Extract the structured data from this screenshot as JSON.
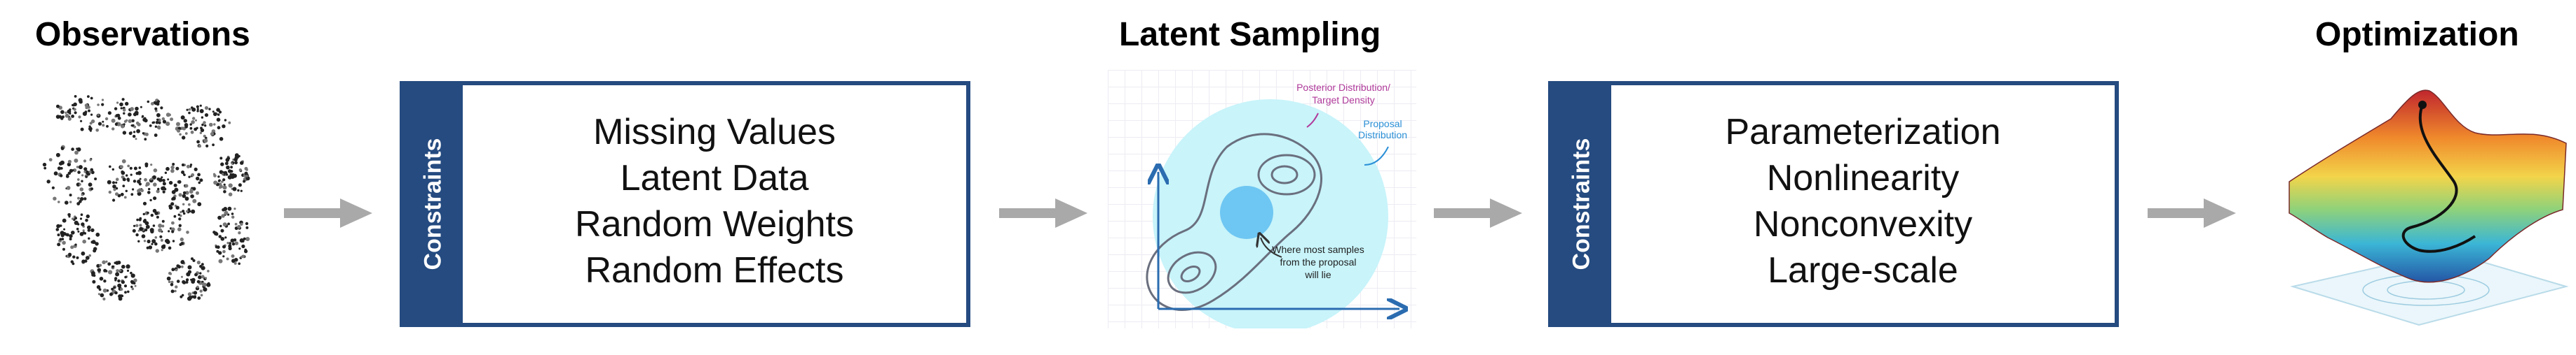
{
  "stages": {
    "observations": {
      "title": "Observations"
    },
    "latent_sampling": {
      "title": "Latent Sampling"
    },
    "optimization": {
      "title": "Optimization"
    }
  },
  "constraints_left": {
    "side_label": "Constraints",
    "items": [
      "Missing Values",
      "Latent Data",
      "Random Weights",
      "Random Effects"
    ]
  },
  "constraints_right": {
    "side_label": "Constraints",
    "items": [
      "Parameterization",
      "Nonlinearity",
      "Nonconvexity",
      "Large-scale"
    ]
  },
  "sampling_plot": {
    "posterior_label_1": "Posterior Distribution/",
    "posterior_label_2": "Target Density",
    "proposal_label_1": "Proposal",
    "proposal_label_2": "Distribution",
    "samples_label_1": "Where most samples",
    "samples_label_2": "from the proposal",
    "samples_label_3": "will lie"
  },
  "colors": {
    "box_blue": "#254b80",
    "arrow_gray": "#a9a9a9",
    "proposal_fill": "#c8f4fa",
    "sample_blob": "#6ec6f2",
    "posterior_text": "#b03a9a",
    "proposal_text": "#2a8fd6"
  },
  "icons": {
    "observations": "scatter-clusters-icon",
    "optimization": "surface-plot-icon"
  }
}
